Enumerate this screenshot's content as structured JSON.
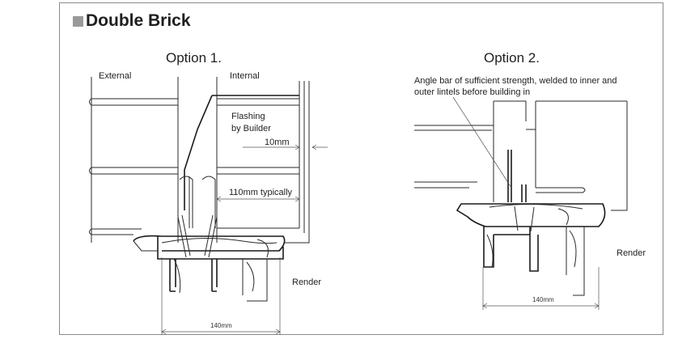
{
  "heading": "Double Brick",
  "option1": {
    "title": "Option 1.",
    "external": "External",
    "internal": "Internal",
    "flashing_line1": "Flashing",
    "flashing_line2": "by Builder",
    "gap": "10mm",
    "typical": "110mm typically",
    "render": "Render",
    "width": "140mm"
  },
  "option2": {
    "title": "Option 2.",
    "note_line1": "Angle bar of sufficient strength, welded  to inner and",
    "note_line2": "outer lintels before building in",
    "render": "Render",
    "width": "140mm"
  },
  "colors": {
    "line": "#2a2a2a",
    "frame": "#8a8a8a",
    "marker": "#9a9a9a"
  }
}
